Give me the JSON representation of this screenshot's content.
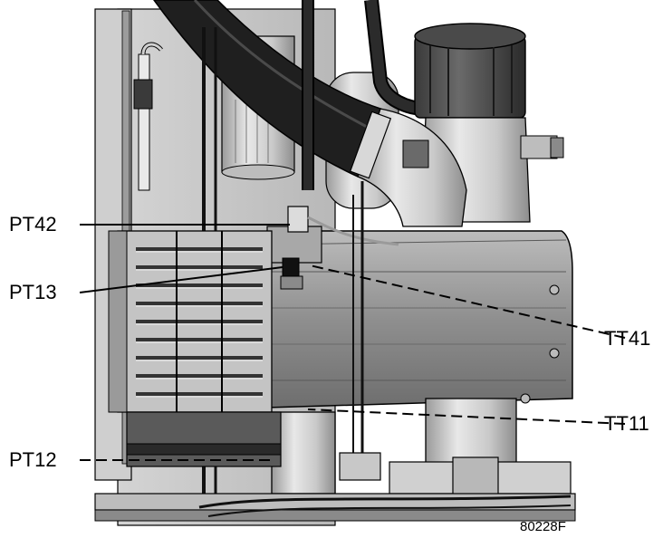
{
  "callouts": {
    "pt42": "PT42",
    "pt13": "PT13",
    "tt41": "TT41",
    "tt11": "TT11",
    "pt12": "PT12"
  },
  "figure_id": "80228F",
  "colors": {
    "line": "#000000",
    "body_light": "#e6e6e6",
    "body_mid": "#bdbdbd",
    "body_dark": "#7a7a7a",
    "hose": "#1e1e1e"
  }
}
